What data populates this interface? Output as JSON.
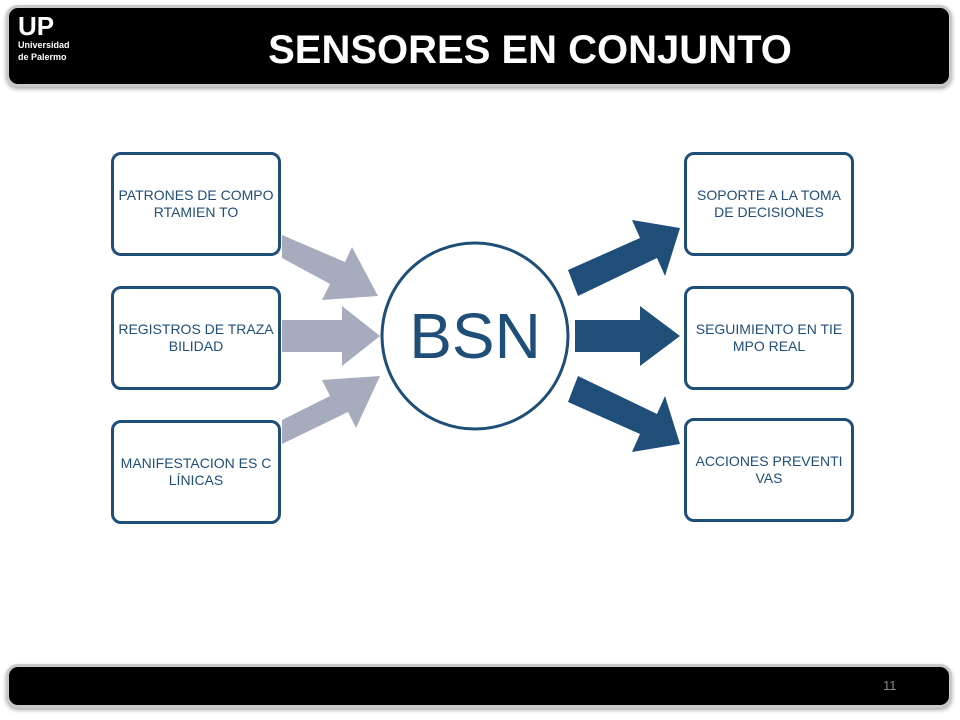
{
  "header": {
    "logo_main": "UP",
    "logo_line1": "Universidad",
    "logo_line2": "de Palermo",
    "title": "SENSORES EN CONJUNTO"
  },
  "diagram": {
    "center": "BSN",
    "inputs": [
      "PATRONES DE COMPORTAMIEN TO",
      "REGISTROS DE TRAZABILIDAD",
      "MANIFESTACION ES CLÍNICAS"
    ],
    "outputs": [
      "SOPORTE A LA TOMA DE DECISIONES",
      "SEGUIMIENTO EN TIEMPO REAL",
      "ACCIONES PREVENTIVAS"
    ],
    "colors": {
      "box_border": "#1f4e79",
      "input_arrow": "#a6acbd",
      "output_arrow": "#1f4e79"
    }
  },
  "footer": {
    "page_number": "11"
  }
}
